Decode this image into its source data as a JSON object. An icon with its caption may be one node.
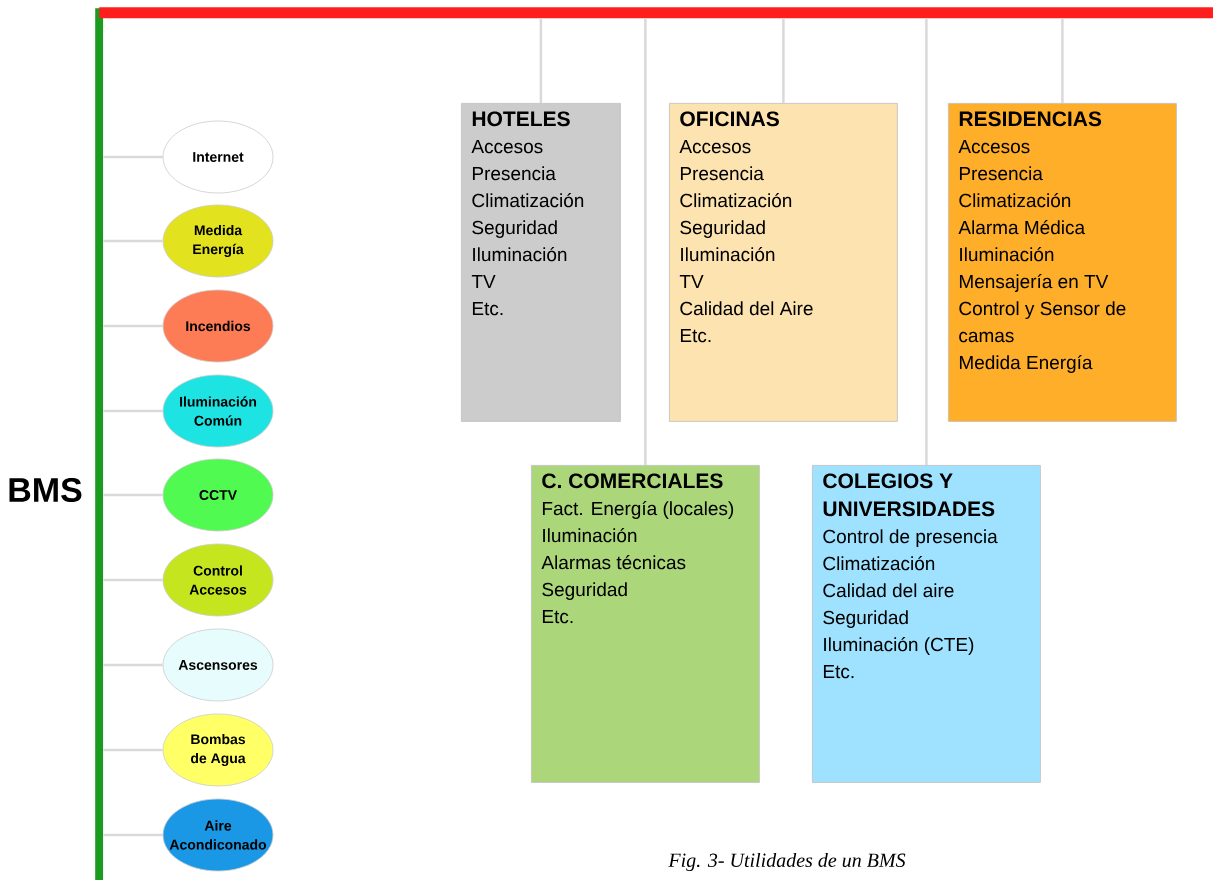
{
  "diagram": {
    "caption": "Fig.  3- Utilidades de un BMS",
    "nodes": [
      {
        "text": [],
        "shape": "bar"
      },
      {
        "text": [],
        "shape": "bar"
      },
      {
        "text": [
          "Internet"
        ]
      },
      {
        "text": [
          "Medida Energía"
        ]
      },
      {
        "text": [
          "Incendios"
        ]
      },
      {
        "text": [
          "Iluminación Común"
        ]
      },
      {
        "text": [
          "CCTV"
        ]
      },
      {
        "text": [
          "Control Accesos"
        ]
      },
      {
        "text": [
          "Ascensores"
        ]
      },
      {
        "text": [
          "Bombas de Agua"
        ]
      },
      {
        "text": [
          "Aire Acondiconado"
        ]
      },
      {
        "text": [
          "HOTELES",
          "Accesos",
          "Presencia",
          "Climatización",
          "Seguridad",
          "Iluminación",
          "TV",
          "Etc."
        ]
      },
      {
        "text": [
          "OFICINAS",
          "Accesos",
          "Presencia",
          "Climatización",
          "Seguridad",
          "Iluminación",
          "TV",
          "Calidad del Aire",
          "Etc."
        ]
      },
      {
        "text": [
          "RESIDENCIAS",
          "Accesos",
          "Presencia",
          "Climatización",
          "Alarma Médica",
          "Iluminación",
          "Mensajería en TV",
          "Control y Sensor de camas",
          "Medida Energía"
        ]
      },
      {
        "text": [
          "C. COMERCIALES",
          "Fact. Energía (locales)",
          "Iluminación",
          "Alarmas técnicas",
          "Seguridad",
          "Etc."
        ]
      },
      {
        "text": [
          "COLEGIOS Y UNIVERSIDADES",
          "Control de presencia",
          "Climatización",
          "Calidad del aire",
          "Seguridad",
          "Iluminación (CTE)",
          "Etc."
        ]
      }
    ],
    "edges": [
      {
        "from": 0,
        "to": 2,
        "arrow": "none"
      },
      {
        "from": 0,
        "to": 3,
        "arrow": "none"
      },
      {
        "from": 0,
        "to": 4,
        "arrow": "none"
      },
      {
        "from": 0,
        "to": 5,
        "arrow": "none"
      },
      {
        "from": 0,
        "to": 6,
        "arrow": "none"
      },
      {
        "from": 0,
        "to": 7,
        "arrow": "none"
      },
      {
        "from": 0,
        "to": 8,
        "arrow": "none"
      },
      {
        "from": 0,
        "to": 9,
        "arrow": "none"
      },
      {
        "from": 0,
        "to": 10,
        "arrow": "none"
      },
      {
        "from": 1,
        "to": 11,
        "arrow": "none"
      },
      {
        "from": 1,
        "to": 14,
        "arrow": "none"
      },
      {
        "from": 1,
        "to": 12,
        "arrow": "none"
      },
      {
        "from": 1,
        "to": 15,
        "arrow": "none"
      },
      {
        "from": 1,
        "to": 13,
        "arrow": "none"
      }
    ],
    "labels": [
      "BMS"
    ]
  }
}
